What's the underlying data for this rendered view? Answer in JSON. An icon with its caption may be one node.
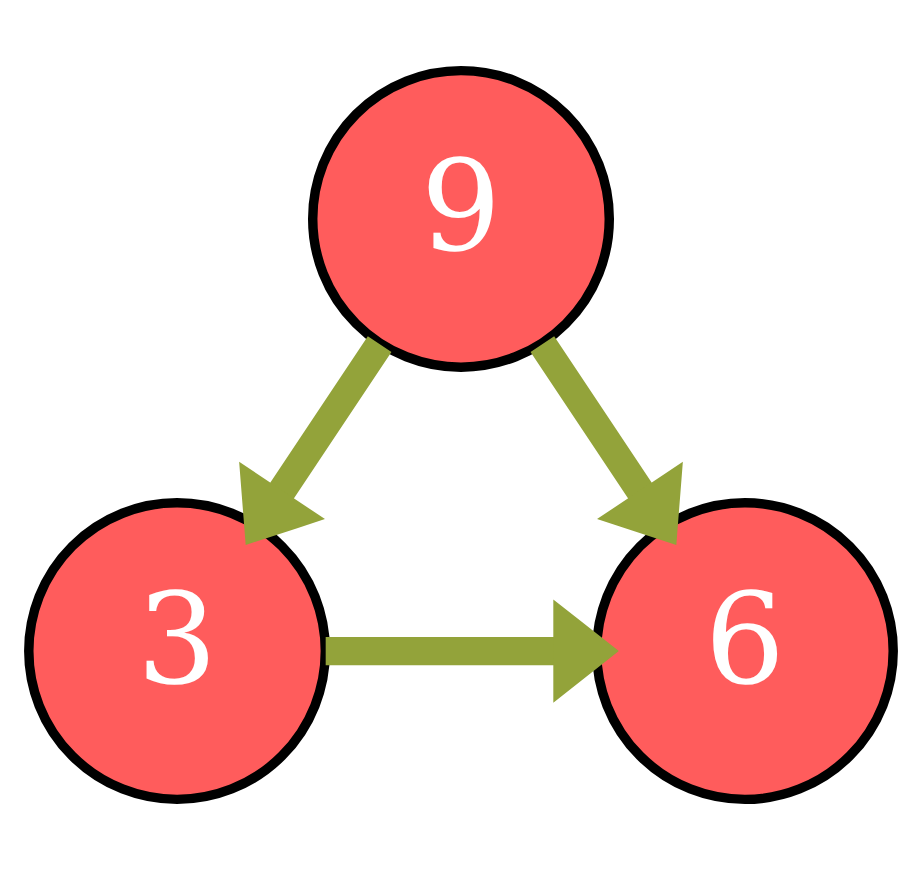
{
  "diagram": {
    "nodes": [
      {
        "text": [
          "9"
        ]
      },
      {
        "text": [
          "3"
        ]
      },
      {
        "text": [
          "6"
        ]
      }
    ],
    "edges": [
      {
        "from": 0,
        "to": 1,
        "arrow": "to"
      },
      {
        "from": 0,
        "to": 2,
        "arrow": "to"
      },
      {
        "from": 1,
        "to": 2,
        "arrow": "to"
      }
    ]
  }
}
